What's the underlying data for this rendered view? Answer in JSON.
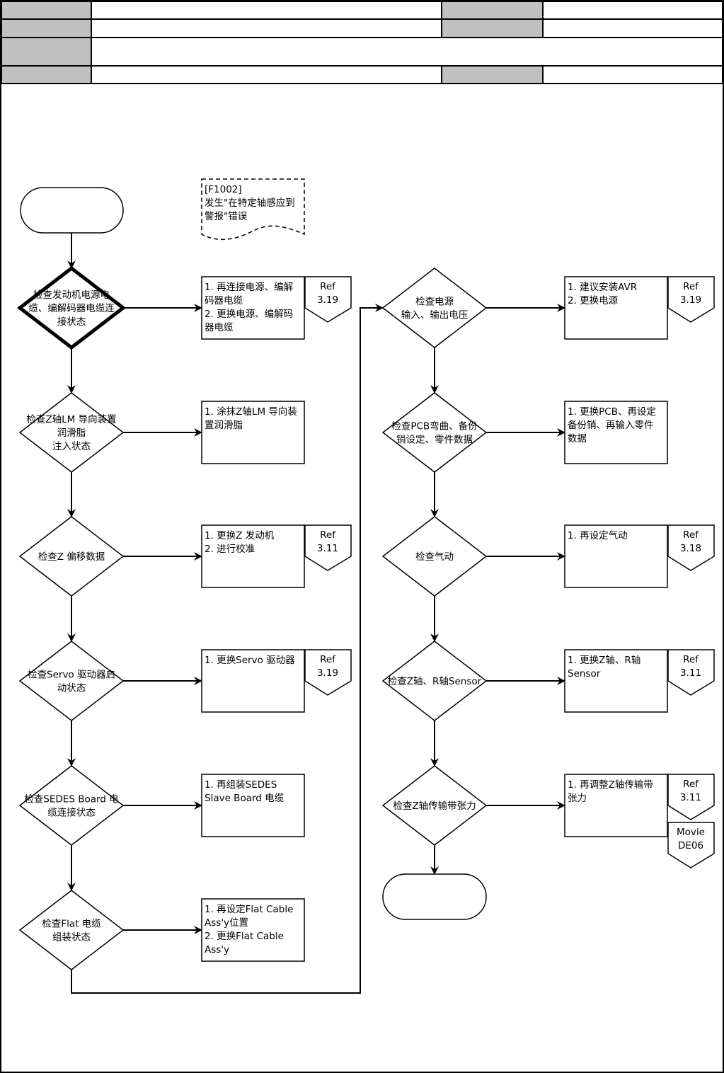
{
  "header": {
    "rows": [
      {
        "label": "",
        "value": "",
        "label2": "",
        "value2": ""
      },
      {
        "label": "",
        "value": "",
        "label2": "",
        "value2": ""
      },
      {
        "label": "",
        "value": ""
      },
      {
        "label": "",
        "value": "",
        "label2": "",
        "value2": ""
      }
    ],
    "label_fill": "#c0c0c0"
  },
  "flow": {
    "start_label": "",
    "end_label": "",
    "note": [
      "[F1002]",
      "发生\"在特定轴感应到",
      "警报\"错误"
    ],
    "left": [
      {
        "check": [
          "检查发动机电源电",
          "缆、编解码器电缆连",
          "接状态"
        ],
        "action": [
          "1. 再连接电源、编解",
          "码器电缆",
          "2. 更换电源、编解码",
          "器电缆"
        ],
        "refs": [
          [
            "Ref",
            "3.19"
          ]
        ],
        "emphasis": true
      },
      {
        "check": [
          "检查Z轴LM 导向装置",
          "润滑脂",
          "注入状态"
        ],
        "action": [
          "1. 涂抹Z轴LM 导向装",
          "置润滑脂"
        ],
        "refs": []
      },
      {
        "check": [
          "检查Z 偏移数据"
        ],
        "action": [
          "1. 更换Z 发动机",
          "2. 进行校准"
        ],
        "refs": [
          [
            "Ref",
            "3.11"
          ]
        ]
      },
      {
        "check": [
          "检查Servo 驱动器启",
          "动状态"
        ],
        "action": [
          "1. 更换Servo 驱动器"
        ],
        "refs": [
          [
            "Ref",
            "3.19"
          ]
        ]
      },
      {
        "check": [
          "检查SEDES Board 电",
          "缆连接状态"
        ],
        "action": [
          "1. 再组装SEDES",
          "Slave Board 电缆"
        ],
        "refs": []
      },
      {
        "check": [
          "检查Flat 电缆",
          "组装状态"
        ],
        "action": [
          "1. 再设定Flat Cable",
          "Ass'y位置",
          "2. 更换Flat Cable",
          "Ass'y"
        ],
        "refs": []
      }
    ],
    "right": [
      {
        "check": [
          "检查电源",
          "输入、输出电压"
        ],
        "action": [
          "1. 建议安装AVR",
          "2. 更换电源"
        ],
        "refs": [
          [
            "Ref",
            "3.19"
          ]
        ]
      },
      {
        "check": [
          "检查PCB弯曲、备份",
          "销设定、零件数据"
        ],
        "action": [
          "1. 更换PCB、再设定",
          "备份销、再输入零件",
          "数据"
        ],
        "refs": []
      },
      {
        "check": [
          "检查气动"
        ],
        "action": [
          "1. 再设定气动"
        ],
        "refs": [
          [
            "Ref",
            "3.18"
          ]
        ]
      },
      {
        "check": [
          "检查Z轴、R轴Sensor"
        ],
        "action": [
          "1. 更换Z轴、R轴",
          "Sensor"
        ],
        "refs": [
          [
            "Ref",
            "3.11"
          ]
        ]
      },
      {
        "check": [
          "检查Z轴传输带张力"
        ],
        "action": [
          "1. 再调整Z轴传输带",
          "张力"
        ],
        "refs": [
          [
            "Ref",
            "3.11"
          ],
          [
            "Movie",
            "DE06"
          ]
        ]
      }
    ]
  }
}
